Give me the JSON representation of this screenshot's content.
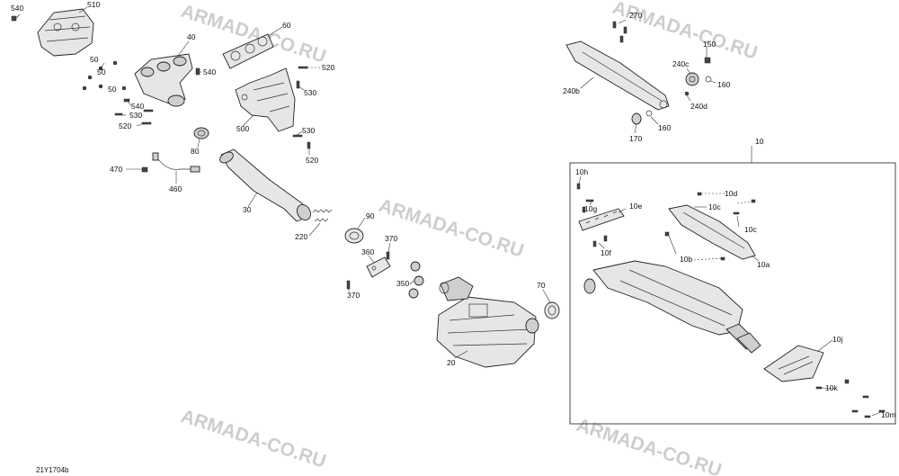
{
  "watermark": "ARMADA-CO.RU",
  "drawing_code": "21Y1704b",
  "callouts": {
    "c540a": "540",
    "c510": "510",
    "c40": "40",
    "c60": "60",
    "c50a": "50",
    "c50b": "50",
    "c50c": "50",
    "c540b": "540",
    "c520a": "520",
    "c530a": "530",
    "c540c": "540",
    "c530b": "530",
    "c520b": "520",
    "c500": "500",
    "c530c": "530",
    "c520c": "520",
    "c80": "80",
    "c470": "470",
    "c460": "460",
    "c30": "30",
    "c220": "220",
    "c90": "90",
    "c370a": "370",
    "c360": "360",
    "c350": "350",
    "c370b": "370",
    "c20": "20",
    "c70": "70",
    "c270": "270",
    "c150": "150",
    "c240c": "240c",
    "c160a": "160",
    "c240b": "240b",
    "c240d": "240d",
    "c170": "170",
    "c160b": "160",
    "c10": "10",
    "c10h": "10h",
    "c10g": "10g",
    "c10e": "10e",
    "c10f": "10f",
    "c10d": "10d",
    "c10c_a": "10c",
    "c10c_b": "10c",
    "c10b": "10b",
    "c10a": "10a",
    "c10j": "10j",
    "c10k": "10k",
    "c10m": "10m"
  }
}
